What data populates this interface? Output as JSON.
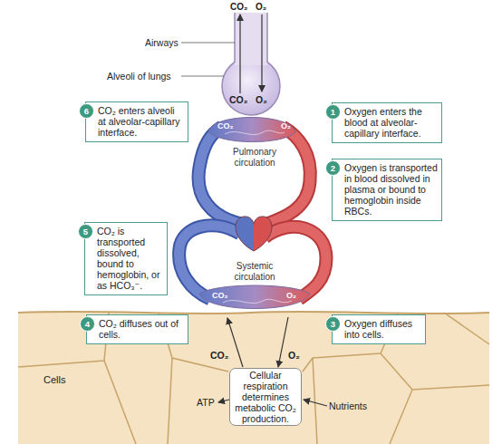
{
  "diagram": {
    "nodes": [
      {
        "text": [
          "6",
          "CO₂ enters alveoli at alveolar-capillary interface."
        ]
      },
      {
        "text": [
          "1",
          "Oxygen enters the blood at alveolar-capillary interface."
        ]
      },
      {
        "text": [
          "2",
          "Oxygen is transported in blood dissolved in plasma or bound to hemoglobin inside RBCs."
        ]
      },
      {
        "text": [
          "5",
          "CO₂ is transported dissolved, bound to hemoglobin, or as HCO₃⁻."
        ]
      },
      {
        "text": [
          "4",
          "CO₂ diffuses out of cells."
        ]
      },
      {
        "text": [
          "3",
          "Oxygen diffuses into cells."
        ]
      },
      {
        "text": [
          "Cellular respiration determines metabolic CO₂ production."
        ]
      }
    ],
    "labels": [
      "CO₂",
      "O₂",
      "Airways",
      "Alveoli of lungs",
      "CO₂",
      "O₂",
      "CO₂",
      "O₂",
      "Pulmonary circulation",
      "Systemic circulation",
      "CO₂",
      "O₂",
      "CO₂",
      "O₂",
      "Cells",
      "ATP",
      "Nutrients"
    ]
  }
}
